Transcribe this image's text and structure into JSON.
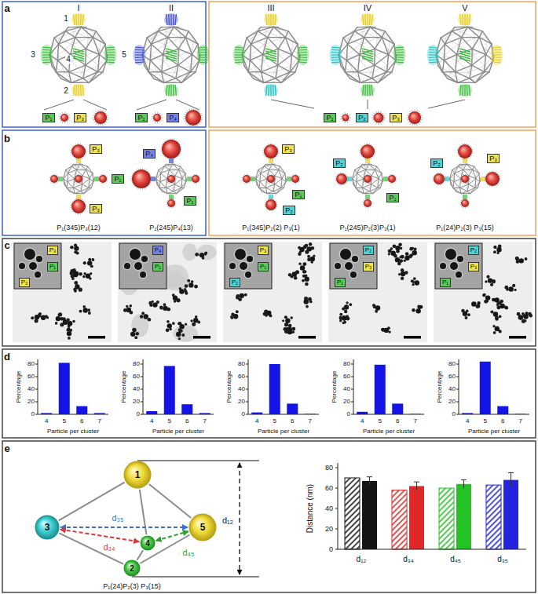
{
  "diagram": {
    "nodes": [
      {
        "text": [
          "P₁"
        ]
      },
      {
        "text": [
          "P₃"
        ]
      },
      {
        "text": [
          "P₁"
        ]
      },
      {
        "text": [
          "P₄"
        ]
      },
      {
        "text": [
          "P₁"
        ]
      },
      {
        "text": [
          "P₂"
        ]
      },
      {
        "text": [
          "P₃"
        ]
      },
      {
        "text": [
          "P₃"
        ]
      },
      {
        "text": [
          "P₁"
        ]
      },
      {
        "text": [
          "P₃"
        ]
      },
      {
        "text": [
          "P₄"
        ]
      },
      {
        "text": [
          "P₁"
        ]
      },
      {
        "text": [
          "P₃"
        ]
      },
      {
        "text": [
          "P₁"
        ]
      },
      {
        "text": [
          "P₂"
        ]
      },
      {
        "text": [
          "P₂"
        ]
      },
      {
        "text": [
          "P₁"
        ]
      },
      {
        "text": [
          "P₂"
        ]
      },
      {
        "text": [
          "P₃"
        ]
      },
      {
        "text": [
          "P₃"
        ]
      },
      {
        "text": [
          "P₁"
        ]
      },
      {
        "text": [
          "P₃"
        ]
      },
      {
        "text": [
          "P₄"
        ]
      },
      {
        "text": [
          "P₁"
        ]
      },
      {
        "text": [
          "P₃"
        ]
      },
      {
        "text": [
          "P₁"
        ]
      },
      {
        "text": [
          "P₂"
        ]
      },
      {
        "text": [
          "P₂"
        ]
      },
      {
        "text": [
          "P₃"
        ]
      },
      {
        "text": [
          "P₁"
        ]
      },
      {
        "text": [
          "P₂"
        ]
      },
      {
        "text": [
          "P₃"
        ]
      },
      {
        "text": [
          "P₁"
        ]
      },
      {
        "text": [
          "1"
        ]
      },
      {
        "text": [
          "3"
        ]
      },
      {
        "text": [
          "5"
        ]
      },
      {
        "text": [
          "4"
        ]
      },
      {
        "text": [
          "2"
        ]
      }
    ],
    "edges": [
      {
        "from": 33,
        "to": 34,
        "arrow": "none"
      },
      {
        "from": 33,
        "to": 36,
        "arrow": "none"
      },
      {
        "from": 33,
        "to": 35,
        "arrow": "none"
      },
      {
        "from": 34,
        "to": 37,
        "arrow": "none"
      },
      {
        "from": 36,
        "to": 37,
        "arrow": "none"
      },
      {
        "from": 35,
        "to": 37,
        "arrow": "none"
      },
      {
        "from": 34,
        "to": 35,
        "label": "d₃₅",
        "arrow": "both"
      },
      {
        "from": 34,
        "to": 36,
        "label": "d₃₄",
        "arrow": "both"
      },
      {
        "from": 36,
        "to": 35,
        "label": "d₄₅",
        "arrow": "both"
      }
    ],
    "labels": [
      "a",
      "I",
      "II",
      "III",
      "IV",
      "V",
      "1",
      "2",
      "3",
      "4",
      "5",
      "b",
      "P₁(345)P₃(12)",
      "P₁(245)P₄(13)",
      "P₁(345)P₂(2) P₃(1)",
      "P₁(245)P₂(3)P₃(1)",
      "P₁(24)P₂(3) P₃(15)",
      "c",
      "d",
      "Percentage",
      "0",
      "20",
      "40",
      "60",
      "80",
      "4",
      "5",
      "6",
      "7",
      "Particle per cluster",
      "Percentage",
      "0",
      "20",
      "40",
      "60",
      "80",
      "4",
      "5",
      "6",
      "7",
      "Particle per cluster",
      "Percentage",
      "0",
      "20",
      "40",
      "60",
      "80",
      "4",
      "5",
      "6",
      "7",
      "Particle per cluster",
      "Percentage",
      "0",
      "20",
      "40",
      "60",
      "80",
      "4",
      "5",
      "6",
      "7",
      "Particle per cluster",
      "Percentage",
      "0",
      "20",
      "40",
      "60",
      "80",
      "4",
      "5",
      "6",
      "7",
      "Particle per cluster",
      "e",
      "d₁₂",
      "P₁(24)P₂(3) P₃(15)",
      "Distance (nm)",
      "0",
      "20",
      "40",
      "60",
      "80",
      "d₁₂",
      "d₃₄",
      "d₄₅",
      "d₃₅"
    ]
  }
}
